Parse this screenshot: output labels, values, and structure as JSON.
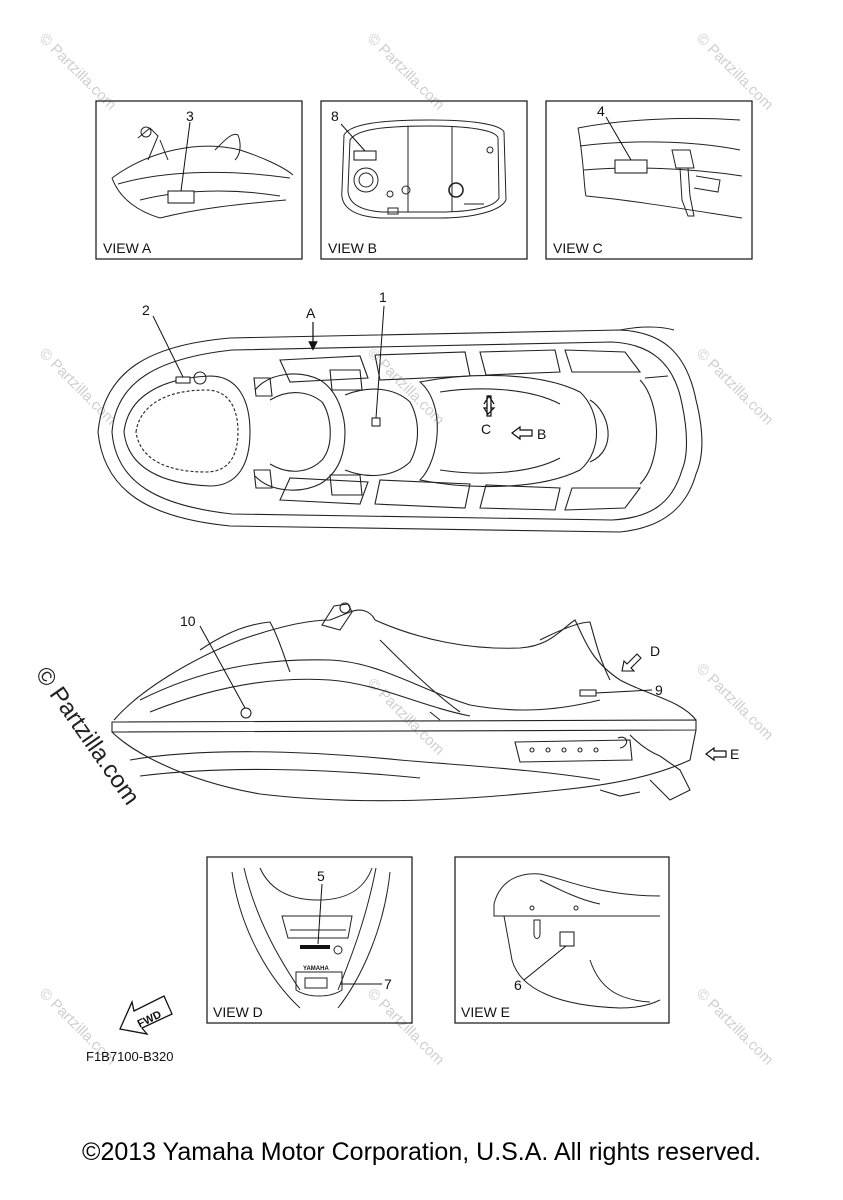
{
  "views": {
    "a": "VIEW A",
    "b": "VIEW B",
    "c": "VIEW C",
    "d": "VIEW D",
    "e": "VIEW E"
  },
  "callouts": [
    "1",
    "2",
    "3",
    "4",
    "5",
    "6",
    "7",
    "8",
    "9",
    "10"
  ],
  "arrow_letters": {
    "a": "A",
    "b": "B",
    "c": "C",
    "d": "D",
    "e": "E"
  },
  "fwd_label": "FWD",
  "brand_label": "YAMAHA",
  "figure_code": "F1B7100-B320",
  "watermark": "© Partzilla.com",
  "copyright": "©2013 Yamaha Motor Corporation, U.S.A. All rights reserved."
}
